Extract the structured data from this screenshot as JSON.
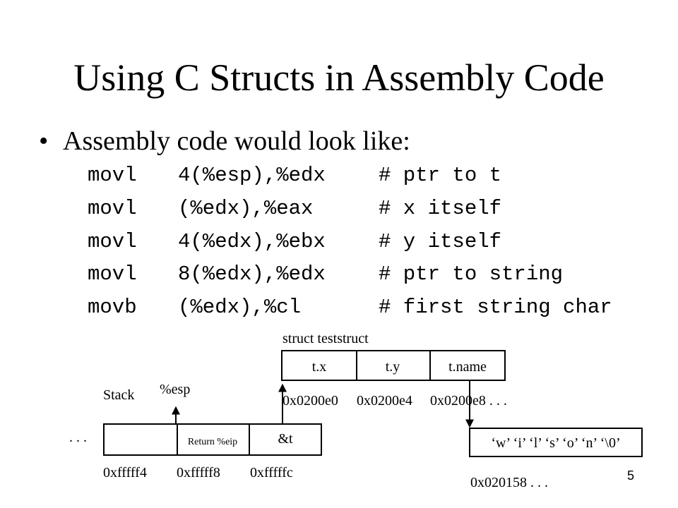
{
  "slide": {
    "title": "Using C Structs in Assembly Code",
    "bullet": "Assembly code would look like:",
    "page_number": "5"
  },
  "code": [
    {
      "op": "movl",
      "args": "4(%esp),%edx",
      "comment": "# ptr to t"
    },
    {
      "op": "movl",
      "args": "(%edx),%eax",
      "comment": "# x itself"
    },
    {
      "op": "movl",
      "args": "4(%edx),%ebx",
      "comment": "# y itself"
    },
    {
      "op": "movl",
      "args": "8(%edx),%edx",
      "comment": "# ptr to string"
    },
    {
      "op": "movb",
      "args": "(%edx),%cl",
      "comment": "# first string char"
    }
  ],
  "struct_diagram": {
    "label": "struct teststruct",
    "fields": [
      "t.x",
      "t.y",
      "t.name"
    ],
    "addresses": [
      "0x0200e0",
      "0x0200e4",
      "0x0200e8 . . ."
    ]
  },
  "stack_diagram": {
    "label": "Stack",
    "esp_label": "%esp",
    "leading_ellipsis": ". . .",
    "cells": [
      "",
      "Return %eip",
      "&t"
    ],
    "addresses": [
      "0xfffff4",
      "0xfffff8",
      "0xfffffc"
    ]
  },
  "string_diagram": {
    "content": "‘w’ ‘i’ ‘l’ ‘s’ ‘o’ ‘n’ ‘\\0’",
    "address": "0x020158 . . ."
  }
}
